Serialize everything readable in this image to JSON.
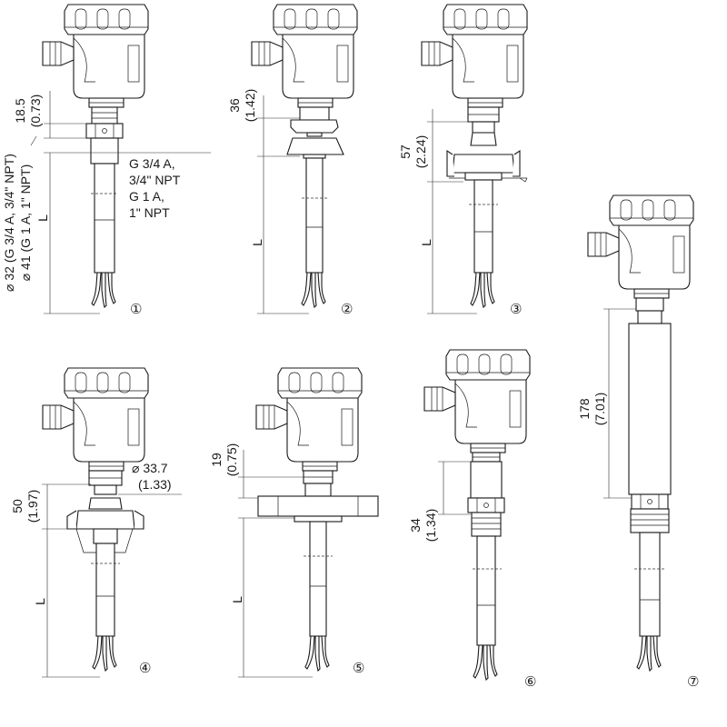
{
  "variants": [
    {
      "marker": "①",
      "dims": {
        "top_value": "18.5",
        "top_inch": "(0.73)",
        "length": "L",
        "thread_a": "G 3/4 A,",
        "thread_b": "3/4\" NPT",
        "thread_c": "G 1 A,",
        "thread_d": "1\" NPT",
        "side_a": "⌀ 32 (G 3/4 A, 3/4\" NPT)",
        "side_b": "⌀ 41 (G 1 A, 1\" NPT)"
      }
    },
    {
      "marker": "②",
      "dims": {
        "top_value": "36",
        "top_inch": "(1.42)",
        "length": "L"
      }
    },
    {
      "marker": "③",
      "dims": {
        "top_value": "57",
        "top_inch": "(2.24)",
        "length": "L"
      }
    },
    {
      "marker": "④",
      "dims": {
        "top_value": "50",
        "top_inch": "(1.97)",
        "length": "L",
        "dia_value": "⌀ 33.7",
        "dia_inch": "(1.33)"
      }
    },
    {
      "marker": "⑤",
      "dims": {
        "top_value": "19",
        "top_inch": "(0.75)",
        "length": "L"
      }
    },
    {
      "marker": "⑥",
      "dims": {
        "top_value": "34",
        "top_inch": "(1.34)"
      }
    },
    {
      "marker": "⑦",
      "dims": {
        "top_value": "178",
        "top_inch": "(7.01)"
      }
    }
  ]
}
